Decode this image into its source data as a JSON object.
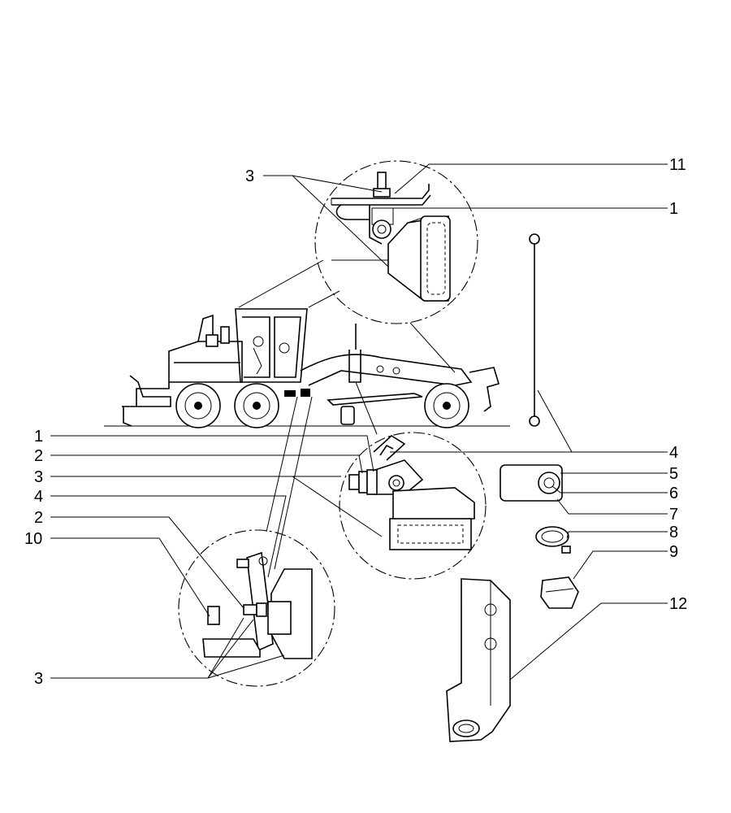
{
  "callouts": [
    {
      "id": "c-11-top",
      "text": "11"
    },
    {
      "id": "c-3-top",
      "text": "3"
    },
    {
      "id": "c-1-top",
      "text": "1"
    },
    {
      "id": "c-1-mid",
      "text": "1"
    },
    {
      "id": "c-2-mid",
      "text": "2"
    },
    {
      "id": "c-3-mid",
      "text": "3"
    },
    {
      "id": "c-4-mid",
      "text": "4"
    },
    {
      "id": "c-4-right",
      "text": "4"
    },
    {
      "id": "c-5",
      "text": "5"
    },
    {
      "id": "c-6",
      "text": "6"
    },
    {
      "id": "c-7",
      "text": "7"
    },
    {
      "id": "c-8",
      "text": "8"
    },
    {
      "id": "c-9",
      "text": "9"
    },
    {
      "id": "c-12",
      "text": "12"
    },
    {
      "id": "c-2-low",
      "text": "2"
    },
    {
      "id": "c-10",
      "text": "10"
    },
    {
      "id": "c-3-low",
      "text": "3"
    }
  ]
}
